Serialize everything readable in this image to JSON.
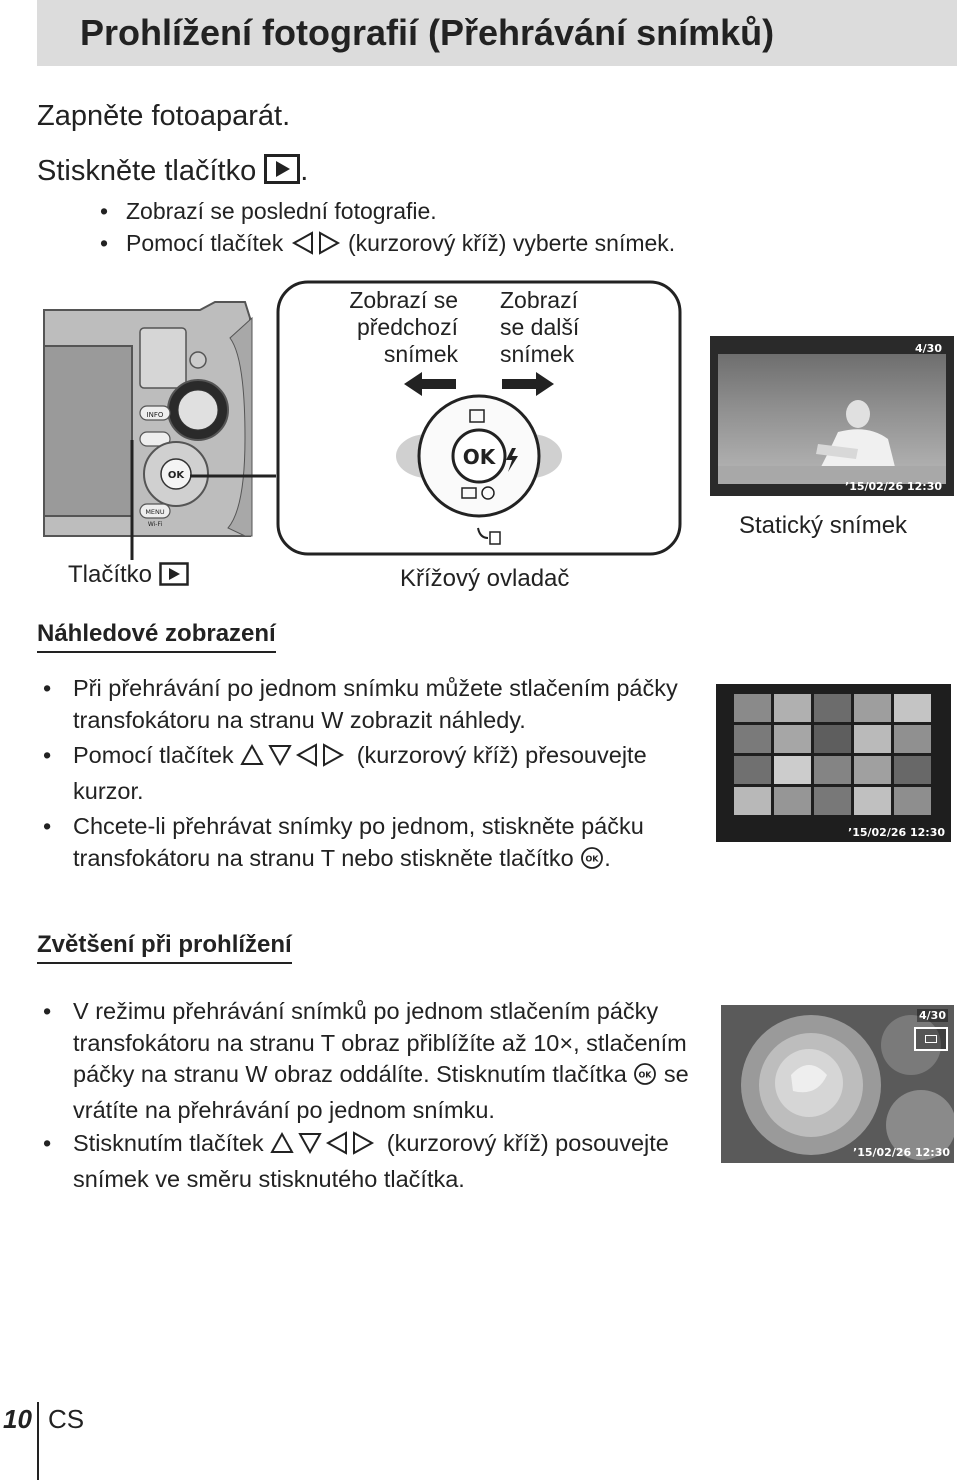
{
  "header": {
    "title": "Prohlížení fotografií (Přehrávání snímků)"
  },
  "steps": [
    {
      "text": "Zapněte fotoaparát."
    },
    {
      "text_before": "Stiskněte tlačítko",
      "text_after": ".",
      "icon": "play-icon"
    }
  ],
  "step_bullets": [
    {
      "text": "Zobrazí se poslední fotografie."
    },
    {
      "text_before": "Pomocí tlačítek",
      "icon": "left-right-arrows-icon",
      "text_after": "(kurzorový kříž) vyberte snímek."
    }
  ],
  "diagram": {
    "prev_label": "Zobrazí se\npředchozí\nsnímek",
    "next_label": "Zobrazí\nse další\nsnímek",
    "ok_label": "OK",
    "camera_labels": {
      "info": "INFO",
      "menu": "MENU",
      "wifi": "Wi-Fi",
      "ok": "OK"
    },
    "play_button_caption": "Tlačítko",
    "cross_key_caption": "Křížový ovladač",
    "still_caption": "Statický snímek",
    "still_overlay": {
      "counter": "4/30",
      "datetime": "’15/02/26  12:30"
    }
  },
  "sections": {
    "index": {
      "heading": "Náhledové zobrazení",
      "bullets": [
        {
          "text": "Při přehrávání po jednom snímku můžete stlačením páčky transfokátoru na stranu W zobrazit náhledy."
        },
        {
          "text_before": "Pomocí tlačítek",
          "icon": "four-arrows-icon",
          "text_after": "(kurzorový kříž) přesouvejte kurzor."
        },
        {
          "text_before": "Chcete-li přehrávat snímky po jednom, stiskněte páčku transfokátoru na stranu T nebo stiskněte tlačítko",
          "icon": "ok-icon",
          "text_after": "."
        }
      ],
      "overlay": {
        "datetime": "’15/02/26  12:30"
      }
    },
    "zoom": {
      "heading": "Zvětšení při prohlížení",
      "bullets": [
        {
          "text_before": "V režimu přehrávání snímků po jednom stlačením páčky transfokátoru na stranu T obraz přiblížíte až 10×, stlačením páčky na stranu W obraz oddálíte. Stisknutím tlačítka",
          "icon": "ok-icon",
          "text_after": "se vrátíte na přehrávání po jednom snímku."
        },
        {
          "text_before": "Stisknutím tlačítek",
          "icon": "four-arrows-icon",
          "text_after": "(kurzorový kříž) posouvejte snímek ve směru stisknutého tlačítka."
        }
      ],
      "overlay": {
        "counter": "4/30",
        "datetime": "’15/02/26  12:30"
      }
    }
  },
  "footer": {
    "page_number": "10",
    "language": "CS"
  }
}
